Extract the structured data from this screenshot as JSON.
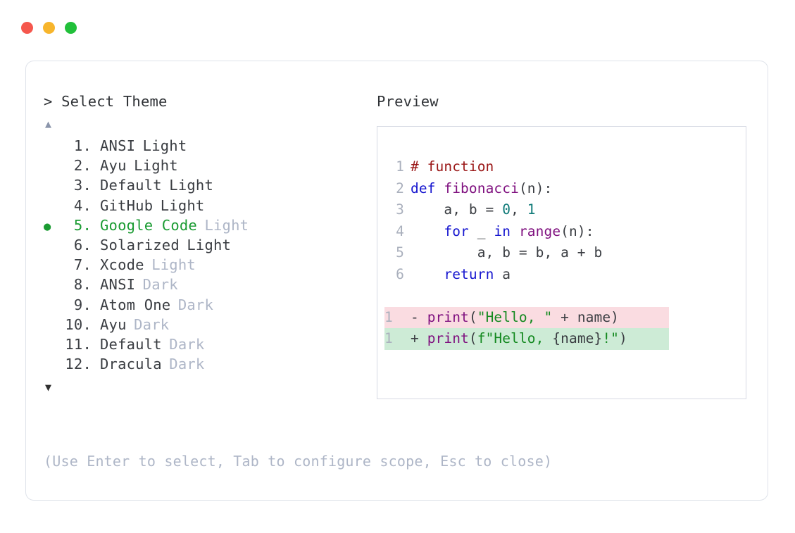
{
  "window": {
    "dots": [
      {
        "name": "close",
        "color": "#f5574d"
      },
      {
        "name": "minimize",
        "color": "#f7b52c"
      },
      {
        "name": "maximize",
        "color": "#21c03a"
      }
    ]
  },
  "prompt": {
    "caret": ">",
    "title": "Select Theme"
  },
  "scroll": {
    "up_glyph": "▲",
    "down_glyph": "▼"
  },
  "list": {
    "selected_index": 5,
    "marker_glyph": "●",
    "items": [
      {
        "index": "1.",
        "name": "ANSI",
        "suffix": "Light",
        "dim_suffix": false,
        "selected": false
      },
      {
        "index": "2.",
        "name": "Ayu",
        "suffix": "Light",
        "dim_suffix": false,
        "selected": false
      },
      {
        "index": "3.",
        "name": "Default",
        "suffix": "Light",
        "dim_suffix": false,
        "selected": false
      },
      {
        "index": "4.",
        "name": "GitHub",
        "suffix": "Light",
        "dim_suffix": false,
        "selected": false
      },
      {
        "index": "5.",
        "name": "Google Code",
        "suffix": "Light",
        "dim_suffix": true,
        "selected": true
      },
      {
        "index": "6.",
        "name": "Solarized",
        "suffix": "Light",
        "dim_suffix": false,
        "selected": false
      },
      {
        "index": "7.",
        "name": "Xcode",
        "suffix": "Light",
        "dim_suffix": true,
        "selected": false
      },
      {
        "index": "8.",
        "name": "ANSI",
        "suffix": "Dark",
        "dim_suffix": true,
        "selected": false
      },
      {
        "index": "9.",
        "name": "Atom One",
        "suffix": "Dark",
        "dim_suffix": true,
        "selected": false
      },
      {
        "index": "10.",
        "name": "Ayu",
        "suffix": "Dark",
        "dim_suffix": true,
        "selected": false
      },
      {
        "index": "11.",
        "name": "Default",
        "suffix": "Dark",
        "dim_suffix": true,
        "selected": false
      },
      {
        "index": "12.",
        "name": "Dracula",
        "suffix": "Dark",
        "dim_suffix": true,
        "selected": false
      }
    ]
  },
  "preview": {
    "label": "Preview",
    "code": [
      {
        "gutter": "1",
        "tokens": [
          {
            "t": "# function",
            "c": "tok-comment"
          }
        ]
      },
      {
        "gutter": "2",
        "tokens": [
          {
            "t": "def ",
            "c": "tok-keyword"
          },
          {
            "t": "fibonacci",
            "c": "tok-func"
          },
          {
            "t": "(n):",
            "c": "tok-plain"
          }
        ]
      },
      {
        "gutter": "3",
        "tokens": [
          {
            "t": "    a, b = ",
            "c": "tok-plain"
          },
          {
            "t": "0",
            "c": "tok-number"
          },
          {
            "t": ", ",
            "c": "tok-plain"
          },
          {
            "t": "1",
            "c": "tok-number"
          }
        ]
      },
      {
        "gutter": "4",
        "tokens": [
          {
            "t": "    ",
            "c": "tok-plain"
          },
          {
            "t": "for",
            "c": "tok-keyword"
          },
          {
            "t": " _ ",
            "c": "tok-plain"
          },
          {
            "t": "in",
            "c": "tok-keyword"
          },
          {
            "t": " ",
            "c": "tok-plain"
          },
          {
            "t": "range",
            "c": "tok-builtin"
          },
          {
            "t": "(n):",
            "c": "tok-plain"
          }
        ]
      },
      {
        "gutter": "5",
        "tokens": [
          {
            "t": "        a, b = b, a + b",
            "c": "tok-plain"
          }
        ]
      },
      {
        "gutter": "6",
        "tokens": [
          {
            "t": "    ",
            "c": "tok-plain"
          },
          {
            "t": "return",
            "c": "tok-keyword"
          },
          {
            "t": " a",
            "c": "tok-plain"
          }
        ]
      }
    ],
    "diff": [
      {
        "gutter": "1",
        "kind": "del",
        "tokens": [
          {
            "t": "- ",
            "c": "tok-sign"
          },
          {
            "t": "print",
            "c": "tok-builtin"
          },
          {
            "t": "(",
            "c": "tok-plain"
          },
          {
            "t": "\"Hello, \"",
            "c": "tok-string"
          },
          {
            "t": " + name)",
            "c": "tok-plain"
          }
        ]
      },
      {
        "gutter": "1",
        "kind": "add",
        "tokens": [
          {
            "t": "+ ",
            "c": "tok-sign"
          },
          {
            "t": "print",
            "c": "tok-builtin"
          },
          {
            "t": "(",
            "c": "tok-plain"
          },
          {
            "t": "f\"Hello, ",
            "c": "tok-string"
          },
          {
            "t": "{name}",
            "c": "tok-plain"
          },
          {
            "t": "!\"",
            "c": "tok-string"
          },
          {
            "t": ")",
            "c": "tok-plain"
          }
        ]
      }
    ]
  },
  "hint": "(Use Enter to select, Tab to configure scope, Esc to close)",
  "colors": {
    "accent_green": "#1a9b32",
    "dim_text": "#aeb6c7",
    "body_text": "#3a3d42",
    "card_border": "#dfe3ea",
    "code_border": "#d6dae4",
    "diff_del_bg": "#fadce1",
    "diff_add_bg": "#cdebd6"
  }
}
